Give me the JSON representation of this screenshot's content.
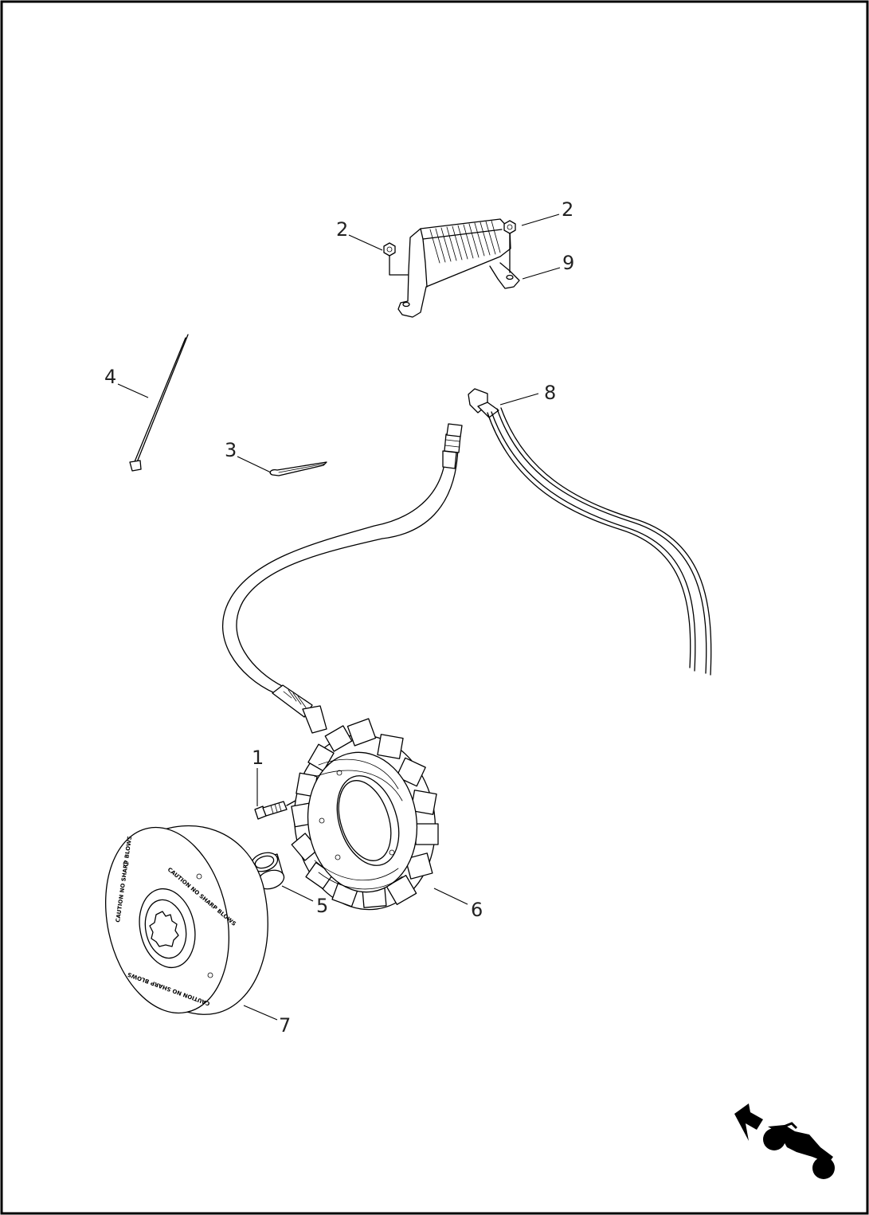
{
  "diagram": {
    "callouts": [
      {
        "id": "nut-left",
        "label": "2"
      },
      {
        "id": "nut-right",
        "label": "2"
      },
      {
        "id": "regulator",
        "label": "9"
      },
      {
        "id": "cable-strap",
        "label": "4"
      },
      {
        "id": "cotter-clip",
        "label": "3"
      },
      {
        "id": "regulator-harness",
        "label": "8"
      },
      {
        "id": "screw",
        "label": "1"
      },
      {
        "id": "spacer",
        "label": "5"
      },
      {
        "id": "stator",
        "label": "6"
      },
      {
        "id": "rotor",
        "label": "7"
      }
    ],
    "rotor_text": "CAUTION NO SHARP BLOWS",
    "icons": [
      "forward-arrow-icon",
      "motorcycle-icon"
    ],
    "colors": {
      "line": "#000000",
      "background": "#ffffff",
      "label": "#222222"
    }
  }
}
